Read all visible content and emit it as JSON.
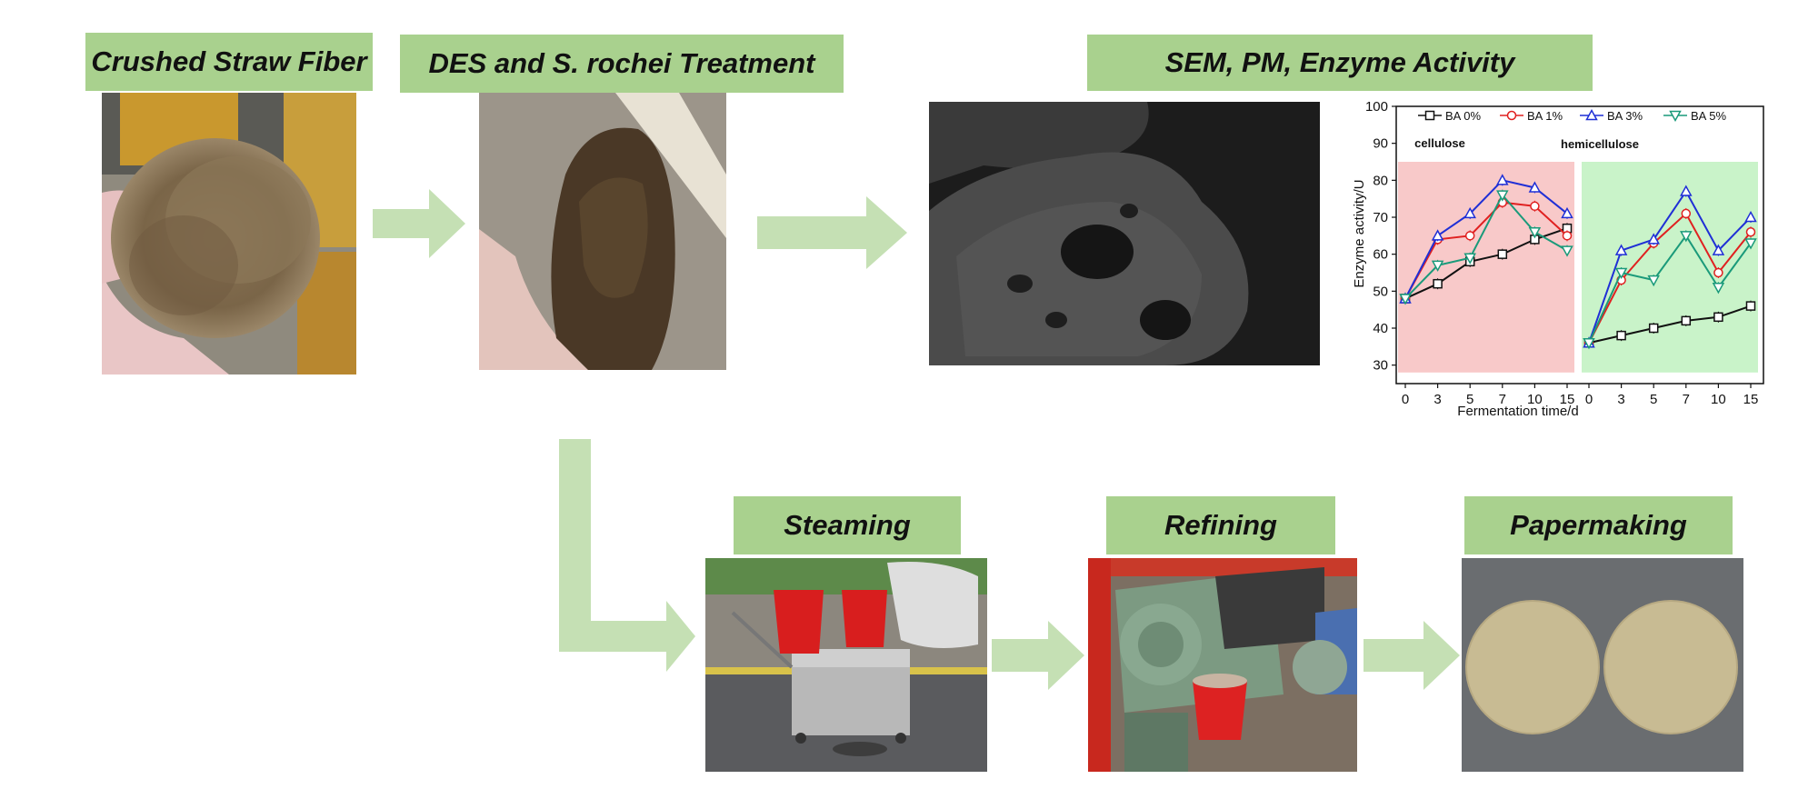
{
  "labels": {
    "crushed": "Crushed Straw Fiber",
    "treatment": "DES and S. rochei Treatment",
    "analysis": "SEM, PM, Enzyme Activity",
    "steaming": "Steaming",
    "refining": "Refining",
    "papermaking": "Papermaking"
  },
  "colors": {
    "label_bg": "#a9d18e",
    "arrow": "#c5e0b4",
    "cellulose_bg": "#f8c9c9",
    "hemicellulose_bg": "#c9f3c9"
  },
  "chart_data": {
    "type": "line",
    "xlabel": "Fermentation time/d",
    "ylabel": "Enzyme activity/U",
    "ylim": [
      25,
      100
    ],
    "yticks": [
      30,
      40,
      50,
      60,
      70,
      80,
      90,
      100
    ],
    "x": [
      0,
      3,
      5,
      7,
      10,
      15
    ],
    "panels": [
      {
        "name": "cellulose",
        "series": [
          {
            "name": "BA 0%",
            "color": "#111111",
            "marker": "square",
            "values": [
              48,
              52,
              58,
              60,
              64,
              67
            ]
          },
          {
            "name": "BA 1%",
            "color": "#e02020",
            "marker": "circle",
            "values": [
              48,
              64,
              65,
              74,
              73,
              65
            ]
          },
          {
            "name": "BA 3%",
            "color": "#1f2fd6",
            "marker": "triangle-up",
            "values": [
              48,
              65,
              71,
              80,
              78,
              71
            ]
          },
          {
            "name": "BA 5%",
            "color": "#1a9a7a",
            "marker": "triangle-down",
            "values": [
              48,
              57,
              59,
              76,
              66,
              61
            ]
          }
        ]
      },
      {
        "name": "hemicellulose",
        "series": [
          {
            "name": "BA 0%",
            "color": "#111111",
            "marker": "square",
            "values": [
              36,
              38,
              40,
              42,
              43,
              46
            ]
          },
          {
            "name": "BA 1%",
            "color": "#e02020",
            "marker": "circle",
            "values": [
              36,
              53,
              63,
              71,
              55,
              66
            ]
          },
          {
            "name": "BA 3%",
            "color": "#1f2fd6",
            "marker": "triangle-up",
            "values": [
              36,
              61,
              64,
              77,
              61,
              70
            ]
          },
          {
            "name": "BA 5%",
            "color": "#1a9a7a",
            "marker": "triangle-down",
            "values": [
              36,
              55,
              53,
              65,
              51,
              63
            ]
          }
        ]
      }
    ],
    "legend": [
      "BA 0%",
      "BA 1%",
      "BA 3%",
      "BA 5%"
    ],
    "legend_position": "top",
    "grid": false
  }
}
